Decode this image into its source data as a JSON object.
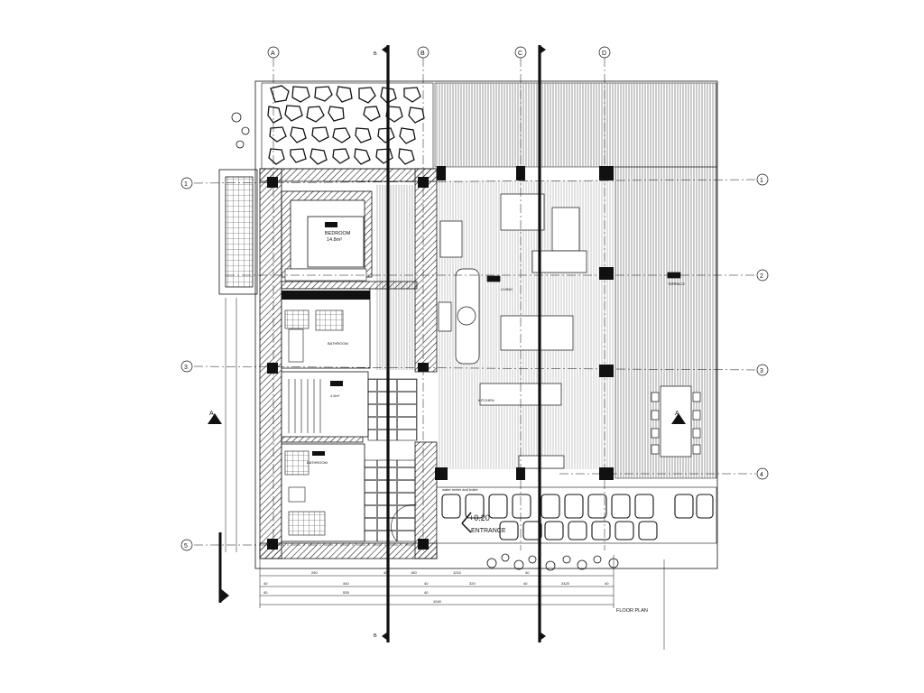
{
  "drawing": {
    "title": "FLOOR PLAN",
    "axes_columns": [
      "A",
      "B",
      "C",
      "D"
    ],
    "axes_rows": [
      "1",
      "2",
      "3",
      "4",
      "5"
    ],
    "section_marker": "A",
    "section_cut_label": "B"
  },
  "rooms": {
    "bedroom_name": "BEDROOM",
    "bedroom_area": "14.8m²",
    "bathroom_name": "BATHROOM",
    "bathroom_name_2": "BATHROOM",
    "hall_area": "4.5m²",
    "living_label": "LIVING",
    "kitchen_label": "KITCHEN",
    "terrace_label": "TERRACE",
    "entrance_label": "ENTRANCE",
    "level_label": "+0.20",
    "note_label": "water meter and boiler"
  },
  "dimensions": {
    "chain_1": [
      "250",
      "40",
      "150",
      "1210",
      "40"
    ],
    "chain_2": [
      "40",
      "440",
      "40",
      "320",
      "40",
      "2420",
      "40"
    ],
    "chain_3": [
      "40",
      "535",
      "40"
    ],
    "chain_4": [
      "1040"
    ]
  },
  "colors": {
    "line": "#111111",
    "hatch": "#222222",
    "background": "#ffffff"
  }
}
